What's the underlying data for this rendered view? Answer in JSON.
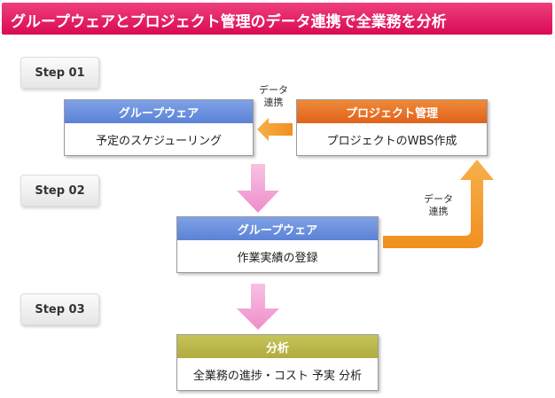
{
  "title": "グループウェアとプロジェクト管理のデータ連携で全業務を分析",
  "steps": {
    "s1": "Step 01",
    "s2": "Step 02",
    "s3": "Step 03"
  },
  "boxes": {
    "groupware_top": {
      "header": "グループウェア",
      "body": "予定のスケジューリング"
    },
    "project_mgmt": {
      "header": "プロジェクト管理",
      "body": "プロジェクトのWBS作成"
    },
    "groupware_mid": {
      "header": "グループウェア",
      "body": "作業実績の登録"
    },
    "analysis": {
      "header": "分析",
      "body": "全業務の進捗・コスト 予実 分析"
    }
  },
  "notes": {
    "top_line1": "データ",
    "top_line2": "連携",
    "mid_line1": "データ",
    "mid_line2": "連携"
  },
  "colors": {
    "title": "#e0185f",
    "blue_header": "#5b82d6",
    "orange_header": "#e0621a",
    "olive_header": "#b0ad3e",
    "orange_arrow": "#f39a2e",
    "pink_arrow": "#f4a3d3"
  }
}
